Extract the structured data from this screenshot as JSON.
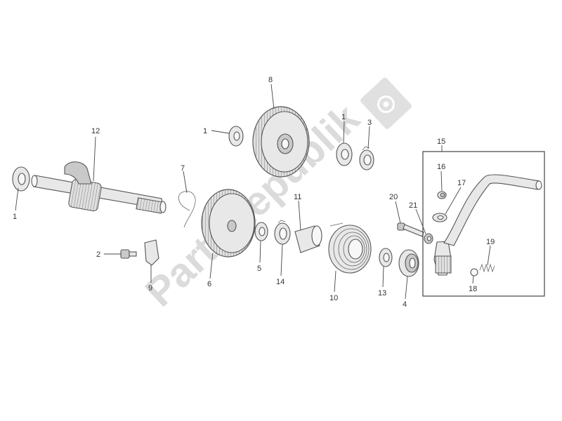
{
  "watermark": {
    "text": "PartsRepublik"
  },
  "part_numbers": {
    "p1a": "1",
    "p1b": "1",
    "p1c": "1",
    "p2": "2",
    "p3": "3",
    "p4": "4",
    "p5": "5",
    "p6": "6",
    "p7": "7",
    "p8": "8",
    "p9": "9",
    "p10": "10",
    "p11": "11",
    "p12": "12",
    "p13": "13",
    "p14": "14",
    "p15": "15",
    "p16": "16",
    "p17": "17",
    "p18": "18",
    "p19": "19",
    "p20": "20",
    "p21": "21"
  }
}
